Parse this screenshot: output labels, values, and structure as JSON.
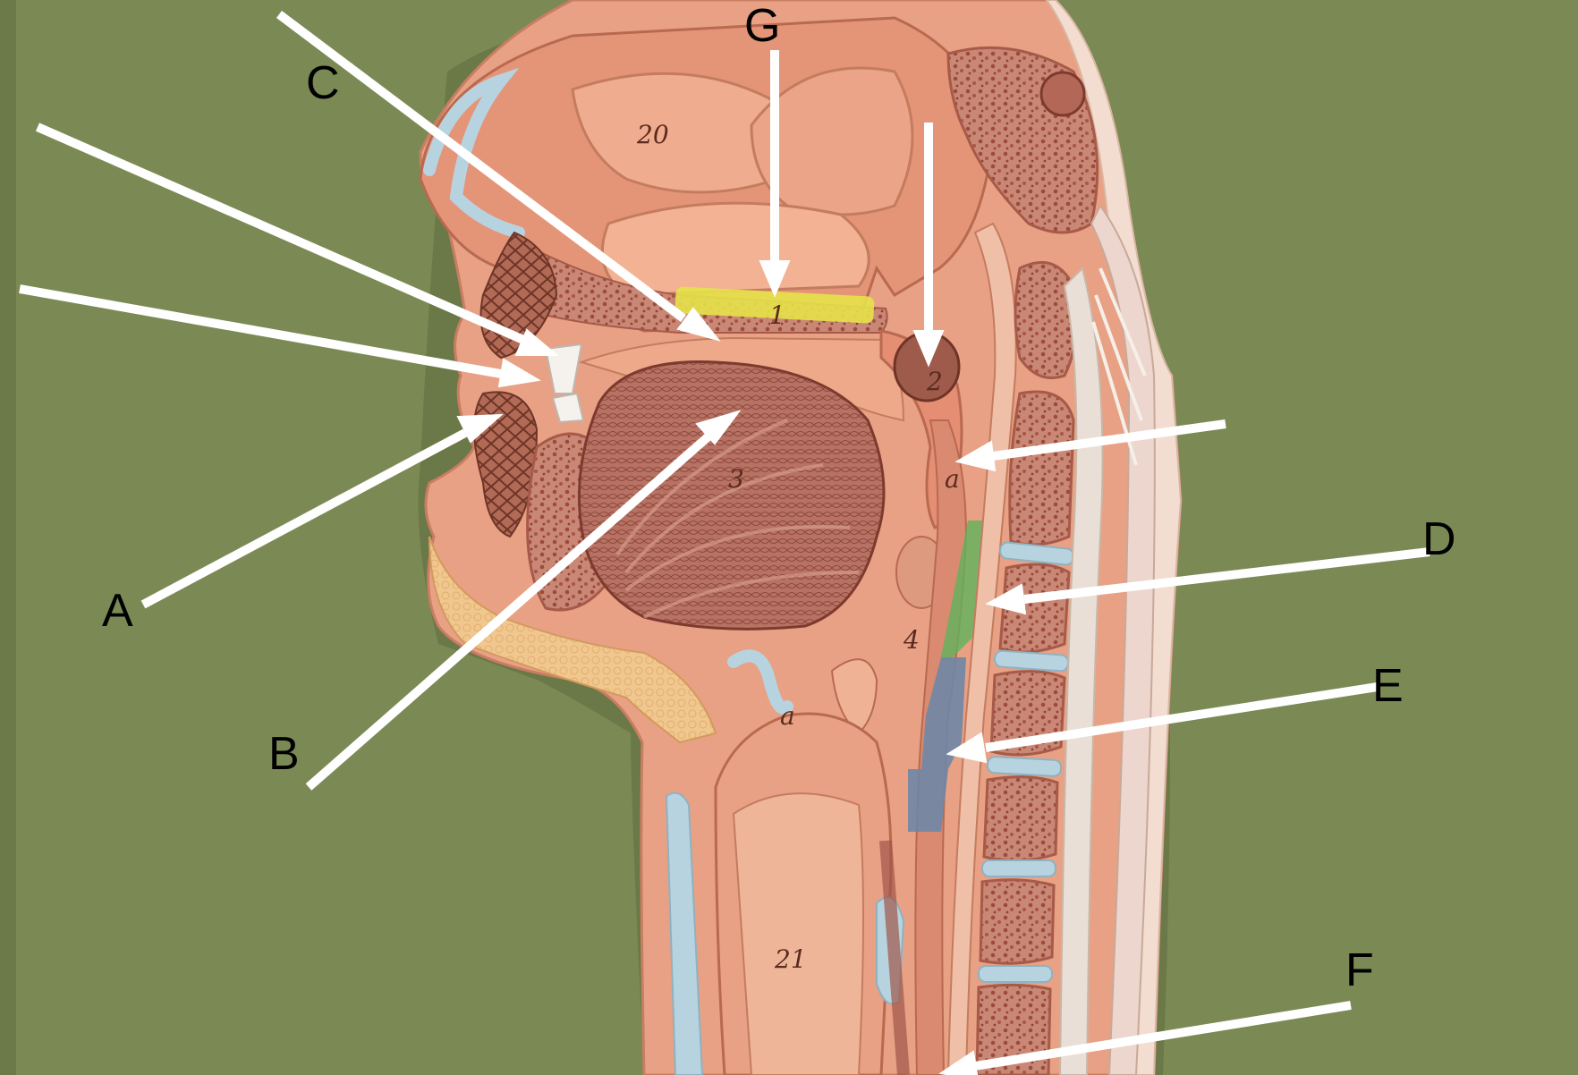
{
  "labels": {
    "a": "A",
    "b": "B",
    "c": "C",
    "d": "D",
    "e": "E",
    "f": "F",
    "g": "G"
  },
  "model_numbers": {
    "n20": "20",
    "n1": "1",
    "n2": "2",
    "n3": "3",
    "n4": "4",
    "n21": "21",
    "na_upper": "a",
    "na_lower": "a"
  },
  "colors": {
    "background": "#7b8a55",
    "arrow": "#ffffff",
    "label_text": "#000000",
    "tissue": "#e8a184",
    "bone_marrow": "#b0614f",
    "cartilage": "#b7d3e0",
    "highlight_yellow": "#e6e24a",
    "highlight_green": "#5fb35c",
    "highlight_blue": "#6f86a6"
  }
}
